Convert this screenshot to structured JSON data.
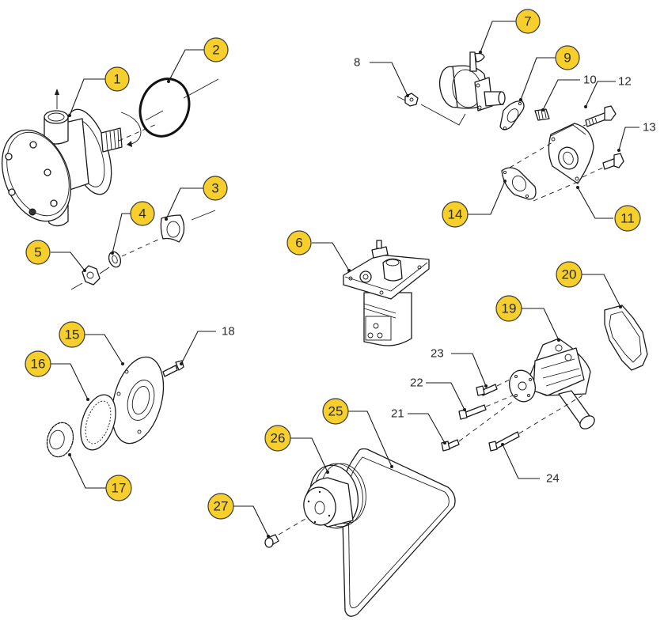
{
  "diagram": {
    "title": "Exploded parts diagram - engine cooling / fuel components",
    "callout_fill": "#f6cf2c",
    "callouts": [
      {
        "id": "1",
        "label": "1",
        "style": "bubble",
        "part": "raw water pump"
      },
      {
        "id": "2",
        "label": "2",
        "style": "bubble",
        "part": "o-ring"
      },
      {
        "id": "3",
        "label": "3",
        "style": "bubble",
        "part": "lock plate"
      },
      {
        "id": "4",
        "label": "4",
        "style": "bubble",
        "part": "washer"
      },
      {
        "id": "5",
        "label": "5",
        "style": "bubble",
        "part": "nut"
      },
      {
        "id": "6",
        "label": "6",
        "style": "bubble",
        "part": "injection pump"
      },
      {
        "id": "7",
        "label": "7",
        "style": "bubble",
        "part": "fuel feed pump"
      },
      {
        "id": "8",
        "label": "8",
        "style": "plain",
        "part": "nut"
      },
      {
        "id": "9",
        "label": "9",
        "style": "bubble",
        "part": "gasket"
      },
      {
        "id": "10",
        "label": "10",
        "style": "plain",
        "part": "stud"
      },
      {
        "id": "11",
        "label": "11",
        "style": "bubble",
        "part": "thermostat housing"
      },
      {
        "id": "12",
        "label": "12",
        "style": "plain",
        "part": "bolt"
      },
      {
        "id": "13",
        "label": "13",
        "style": "plain",
        "part": "bolt"
      },
      {
        "id": "14",
        "label": "14",
        "style": "bubble",
        "part": "gasket"
      },
      {
        "id": "15",
        "label": "15",
        "style": "bubble",
        "part": "pump cover plate"
      },
      {
        "id": "16",
        "label": "16",
        "style": "bubble",
        "part": "outer rotor"
      },
      {
        "id": "17",
        "label": "17",
        "style": "bubble",
        "part": "inner rotor"
      },
      {
        "id": "18",
        "label": "18",
        "style": "plain",
        "part": "screw"
      },
      {
        "id": "19",
        "label": "19",
        "style": "bubble",
        "part": "water pump"
      },
      {
        "id": "20",
        "label": "20",
        "style": "bubble",
        "part": "gasket"
      },
      {
        "id": "21",
        "label": "21",
        "style": "plain",
        "part": "bolt"
      },
      {
        "id": "22",
        "label": "22",
        "style": "plain",
        "part": "bolt"
      },
      {
        "id": "23",
        "label": "23",
        "style": "plain",
        "part": "bolt"
      },
      {
        "id": "24",
        "label": "24",
        "style": "plain",
        "part": "bolt"
      },
      {
        "id": "25",
        "label": "25",
        "style": "bubble",
        "part": "v-belt"
      },
      {
        "id": "26",
        "label": "26",
        "style": "bubble",
        "part": "pulley"
      },
      {
        "id": "27",
        "label": "27",
        "style": "bubble",
        "part": "bolt"
      }
    ]
  }
}
